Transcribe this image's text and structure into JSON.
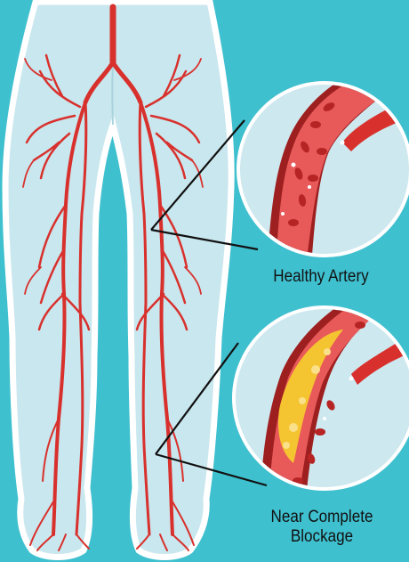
{
  "labels": {
    "healthy": "Healthy Artery",
    "blocked_line1": "Near Complete",
    "blocked_line2": "Blockage"
  },
  "colors": {
    "background": "#3fc0cf",
    "skin": "#c9e7ee",
    "outline": "#ffffff",
    "artery": "#d8312d",
    "artery_dark": "#9e1f1f",
    "vessel_inner": "#e85a5a",
    "plaque": "#f5c431",
    "callout_line": "#111111"
  },
  "icons": [
    "healthy-artery-magnifier",
    "blocked-artery-magnifier",
    "legs-figure"
  ]
}
